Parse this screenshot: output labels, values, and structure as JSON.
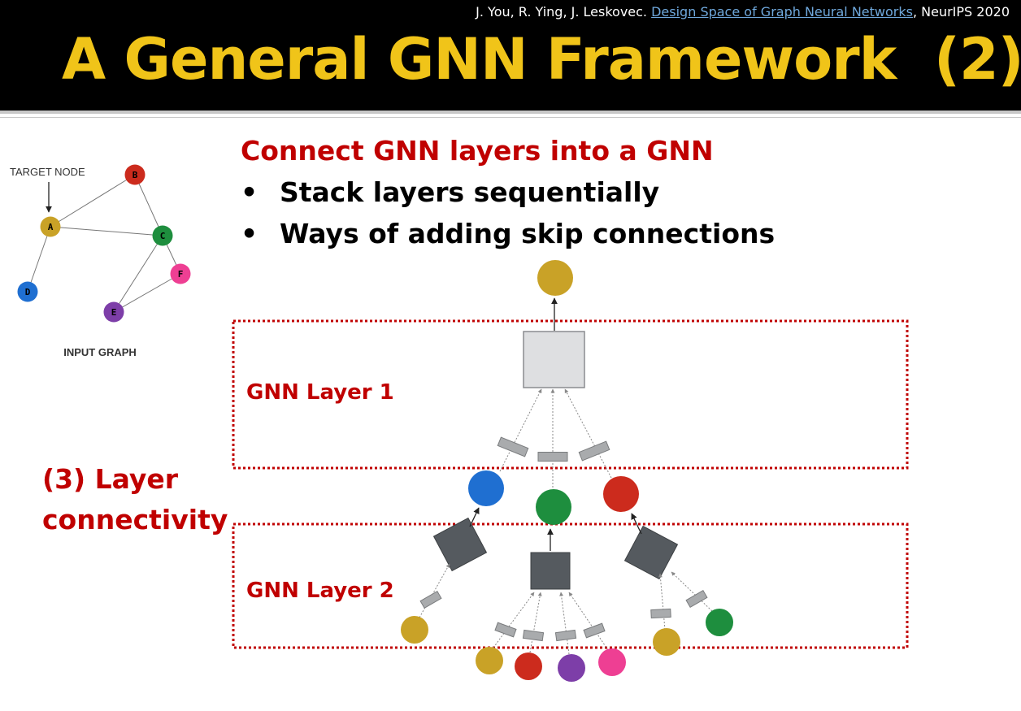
{
  "slide": {
    "citation_authors": "J. You, R. Ying, J. Leskovec.",
    "citation_link": "Design Space of Graph Neural Networks",
    "citation_venue": ", NeurIPS 2020",
    "title": "A General GNN Framework  (2)",
    "heading": "Connect GNN layers into a GNN",
    "bullets": [
      "Stack layers sequentially",
      "Ways of adding skip connections"
    ],
    "section_label_line1": "(3) Layer",
    "section_label_line2": "connectivity"
  },
  "input_graph": {
    "target_label": "TARGET NODE",
    "caption": "INPUT GRAPH",
    "nodes": [
      {
        "id": "A",
        "color": "#c9a227"
      },
      {
        "id": "B",
        "color": "#cc2b1d"
      },
      {
        "id": "C",
        "color": "#1e8e3e"
      },
      {
        "id": "D",
        "color": "#1f6fd1"
      },
      {
        "id": "E",
        "color": "#7d3ea8"
      },
      {
        "id": "F",
        "color": "#ee3f93"
      }
    ]
  },
  "architecture": {
    "layer1_label": "GNN Layer 1",
    "layer2_label": "GNN Layer 2"
  },
  "colors": {
    "header_bg": "#000000",
    "title": "#f0c419",
    "accent_red": "#c00000",
    "box_dark": "#555a5f",
    "box_light": "#dedfe1"
  }
}
